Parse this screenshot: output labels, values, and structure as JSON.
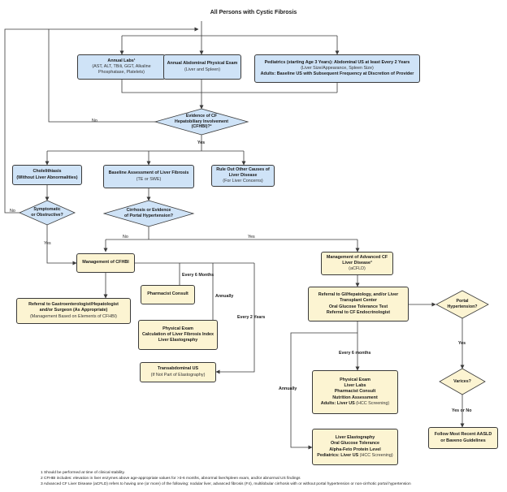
{
  "title": "All Persons with Cystic Fibrosis",
  "nodes": {
    "annual_labs": {
      "line1": "Annual Labs¹",
      "line2": "(AST, ALT, TBili, GGT, Alkaline",
      "line3": "Phosphatase, Platelets)"
    },
    "annual_exam": {
      "line1": "Annual Abdominal Physical Exam",
      "line2": "(Liver and Spleen)"
    },
    "pediatrics": {
      "line1": "Pediatrics (starting Age 3 Years): Abdominal US at least Every 2 Years",
      "line2": "(Liver Size/Appearance, Spleen Size)",
      "line3": "Adults: Baseline US with Subsequent Frequency at Discretion of Provider"
    },
    "evidence": {
      "line1": "Evidence of CF",
      "line2": "Hepatobiliary Involvement",
      "line3": "(CFHBI)?²"
    },
    "cholelithiasis": {
      "line1": "Cholelithiasis",
      "line2": "(Without Liver Abnormalities)"
    },
    "baseline": {
      "line1": "Baseline Assessment of Liver Fibrosis",
      "line2": "(TE or SWE)"
    },
    "rule_out": {
      "line1": "Rule Out Other Causes of",
      "line2": "Liver Disease",
      "line3": "(For Liver Concerns)"
    },
    "symptomatic": {
      "line1": "Symptomatic",
      "line2": "or Obstructive?"
    },
    "cirrhosis": {
      "line1": "Cirrhosis or Evidence",
      "line2": "of Portal Hypertension?"
    },
    "management_cfhbi": {
      "line1": "Management of CFHBI"
    },
    "referral_gi": {
      "line1": "Referral to Gastroenterologist/Hepatologist",
      "line2": "and/or Surgeon (As Appropriate)",
      "line3": "(Management Based on Elements of CFHBI)"
    },
    "pharmacist": {
      "line1": "Pharmacist Consult"
    },
    "physical_block": {
      "line1": "Physical Exam",
      "line2": "Calculation of Liver Fibrosis Index",
      "line3": "Liver Elastography"
    },
    "transabdominal": {
      "line1": "Transabdominal US",
      "line2": "(If Not Part of Elastography)"
    },
    "management_acfld": {
      "line1": "Management of Advanced CF",
      "line2": "Liver Disease³",
      "line3": "(aCFLD)"
    },
    "referral_transplant": {
      "line1": "Referral to GI/Hepatology, and/or Liver",
      "line2": "Transplant Center",
      "line3": "Oral Glucose Tolerance Test",
      "line4": "Referral to CF Endocrinologist"
    },
    "portal_htn": {
      "line1": "Portal",
      "line2": "Hypertension?"
    },
    "varices": {
      "line1": "Varices?"
    },
    "follow_aasld": {
      "line1": "Follow Most Recent AASLD",
      "line2": "or Baveno Guidelines"
    },
    "every6_block": {
      "line1": "Physical Exam",
      "line2": "Liver Labs",
      "line3": "Pharmacist Consult",
      "line4": "Nutrition Assessment",
      "line5a": "Adults: Liver US",
      "line5b": " (HCC Screening)"
    },
    "annual_block": {
      "line1": "Liver Elastography",
      "line2": "Oral Glucose Tolerance",
      "line3": "Alpha-Feto Protein Level",
      "line4a": "Pediatrics: Liver US",
      "line4b": " (HCC Screening)"
    }
  },
  "edge_labels": {
    "no_evidence": "No",
    "yes_evidence": "Yes",
    "no_symptomatic": "No",
    "yes_symptomatic": "Yes",
    "no_cirrhosis": "No",
    "yes_cirrhosis": "Yes",
    "every_6_months_left": "Every 6 Months",
    "annually_left": "Annually",
    "every_2_years": "Every 2 Years",
    "every_6_months_right": "Every 6 months",
    "annually_right": "Annually",
    "yes_portal": "Yes",
    "yes_or_no": "Yes or No"
  },
  "footnotes": [
    "1 Should be performed at time of clinical stability.",
    "2 CFHBI includes: elevation in liver enzymes above age-appropriate values for >3-6 months, abnormal liver/spleen exam, and/or abnormal US findings",
    "3 Advanced CF Liver Disease (aCFLD) refers to having one (or more) of the following: nodular liver, advanced fibrosis (F4), multilobular cirrhosis with or without portal hypertension or non-cirrhotic portal hypertension"
  ],
  "colors": {
    "blue_box": "#cfe3f7",
    "yellow_box": "#fcf4d2",
    "line": "#3a3a3a"
  }
}
